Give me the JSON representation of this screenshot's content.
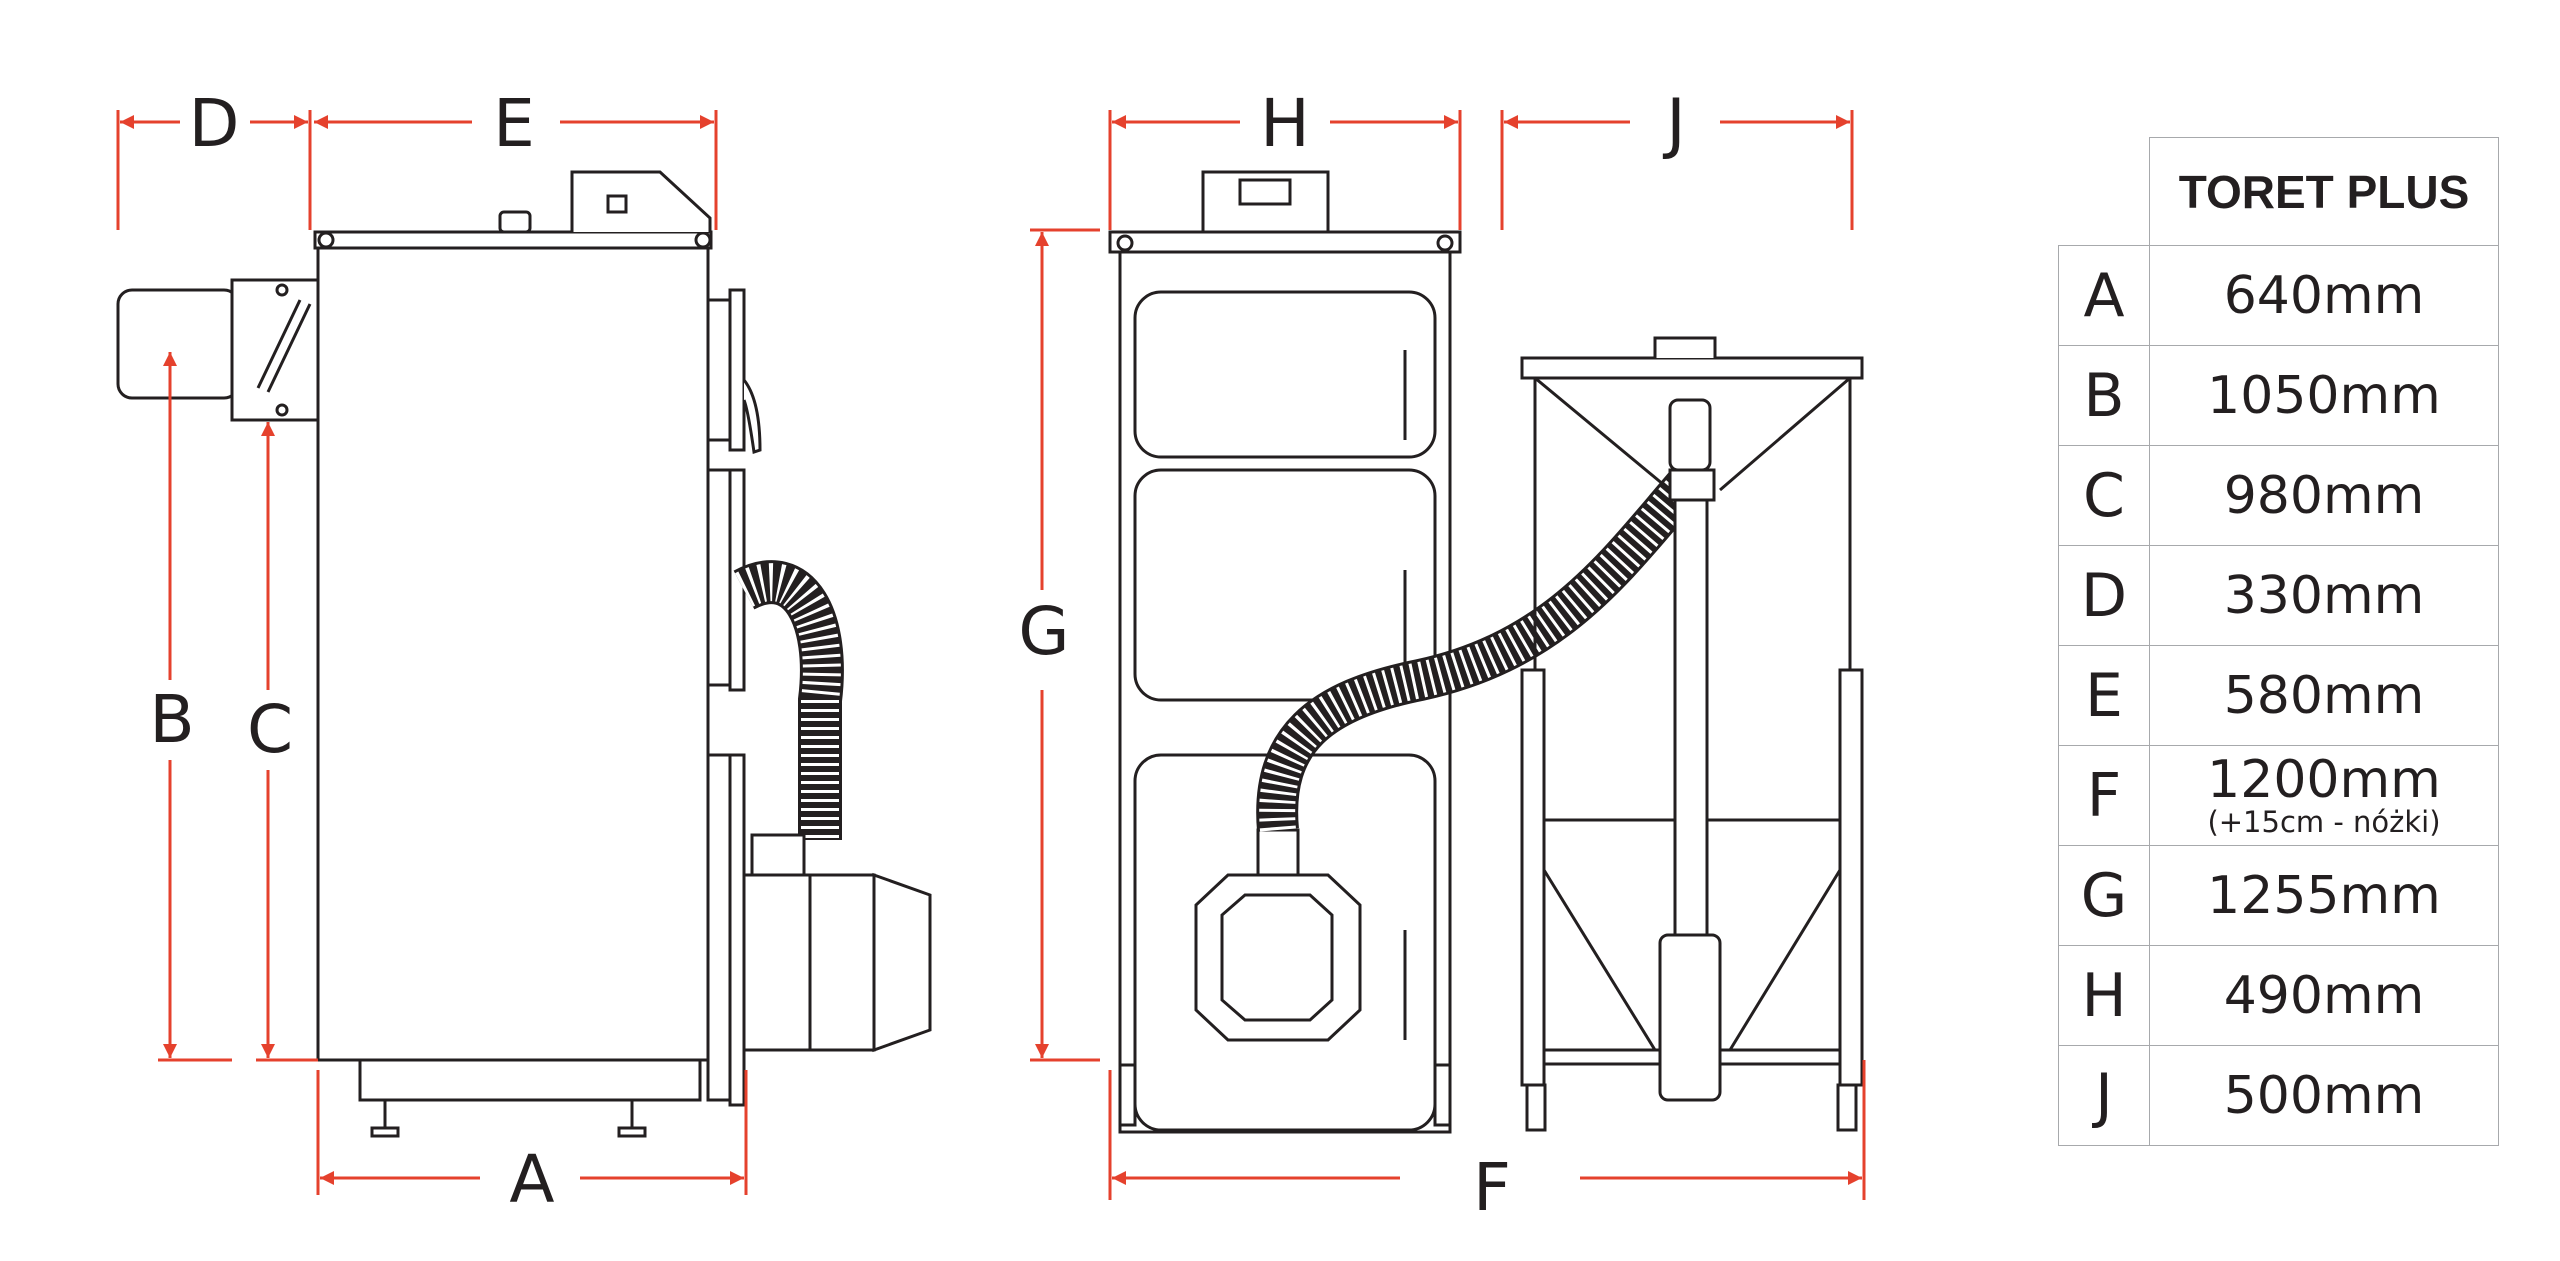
{
  "colors": {
    "dimension_line": "#e5412d",
    "outline": "#231f20",
    "table_border": "#a7a9ac"
  },
  "dimension_labels": {
    "A": "A",
    "B": "B",
    "C": "C",
    "D": "D",
    "E": "E",
    "F": "F",
    "G": "G",
    "H": "H",
    "J": "J"
  },
  "table": {
    "title": "TORET PLUS",
    "rows": [
      {
        "key": "A",
        "value": "640mm",
        "note": ""
      },
      {
        "key": "B",
        "value": "1050mm",
        "note": ""
      },
      {
        "key": "C",
        "value": "980mm",
        "note": ""
      },
      {
        "key": "D",
        "value": "330mm",
        "note": ""
      },
      {
        "key": "E",
        "value": "580mm",
        "note": ""
      },
      {
        "key": "F",
        "value": "1200mm",
        "note": "(+15cm - nóżki)"
      },
      {
        "key": "G",
        "value": "1255mm",
        "note": ""
      },
      {
        "key": "H",
        "value": "490mm",
        "note": ""
      },
      {
        "key": "J",
        "value": "500mm",
        "note": ""
      }
    ]
  }
}
